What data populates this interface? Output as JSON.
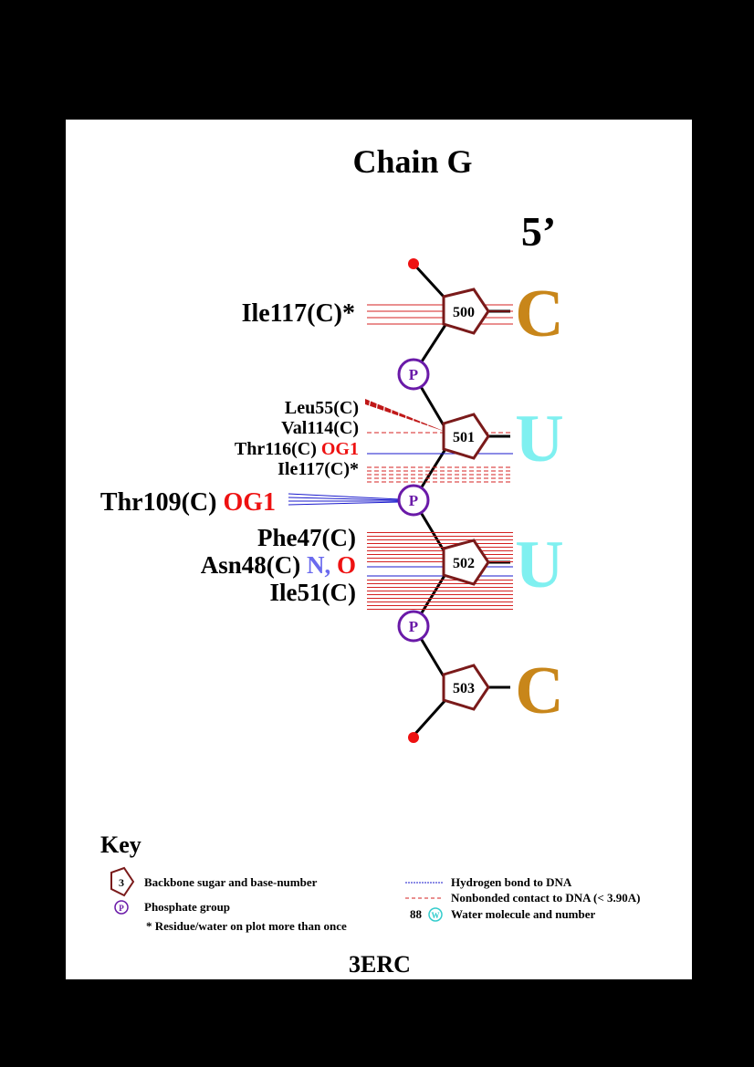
{
  "title": "Chain G",
  "strand_end_label": "5’",
  "pdb_code": "3ERC",
  "nucleotides": [
    {
      "number": "500",
      "base": "C",
      "base_color": "#c8861a"
    },
    {
      "number": "501",
      "base": "U",
      "base_color": "#7ff0f0"
    },
    {
      "number": "502",
      "base": "U",
      "base_color": "#7ff0f0"
    },
    {
      "number": "503",
      "base": "C",
      "base_color": "#c8861a"
    }
  ],
  "phosphate_label": "P",
  "interactions": [
    {
      "residue": "Ile117(C)*",
      "atom": "",
      "target": "nucleotide-500"
    },
    {
      "residue": "Leu55(C)",
      "atom": "",
      "target": "nucleotide-501"
    },
    {
      "residue": "Val114(C)",
      "atom": "",
      "target": "nucleotide-501"
    },
    {
      "residue": "Thr116(C)",
      "atom": "OG1",
      "target": "nucleotide-501"
    },
    {
      "residue": "Ile117(C)*",
      "atom": "",
      "target": "nucleotide-501"
    },
    {
      "residue": "Thr109(C)",
      "atom": "OG1",
      "target": "phosphate-501-502"
    },
    {
      "residue": "Phe47(C)",
      "atom": "",
      "target": "nucleotide-502"
    },
    {
      "residue": "Asn48(C)",
      "atom_n": "N,",
      "atom_o": "O",
      "target": "nucleotide-502"
    },
    {
      "residue": "Ile51(C)",
      "atom": "",
      "target": "nucleotide-502"
    }
  ],
  "colors": {
    "sugar": "#7a1a1a",
    "phosphate": "#6a1aa8",
    "hbond": "#1a1acc",
    "nonbonded": "#d42020",
    "atom_red": "#ee1111",
    "atom_blue": "#6a6aee",
    "water": "#33cccc"
  },
  "key": {
    "title": "Key",
    "sugar_example_number": "3",
    "sugar_label": "Backbone sugar and base-number",
    "phosphate_label": "Phosphate group",
    "asterisk_note": "* Residue/water on plot more than once",
    "hbond_label": "Hydrogen bond to DNA",
    "nonbonded_label": "Nonbonded contact to DNA (< 3.90A)",
    "water_number": "88",
    "water_symbol": "W",
    "water_label": "Water molecule and number"
  }
}
